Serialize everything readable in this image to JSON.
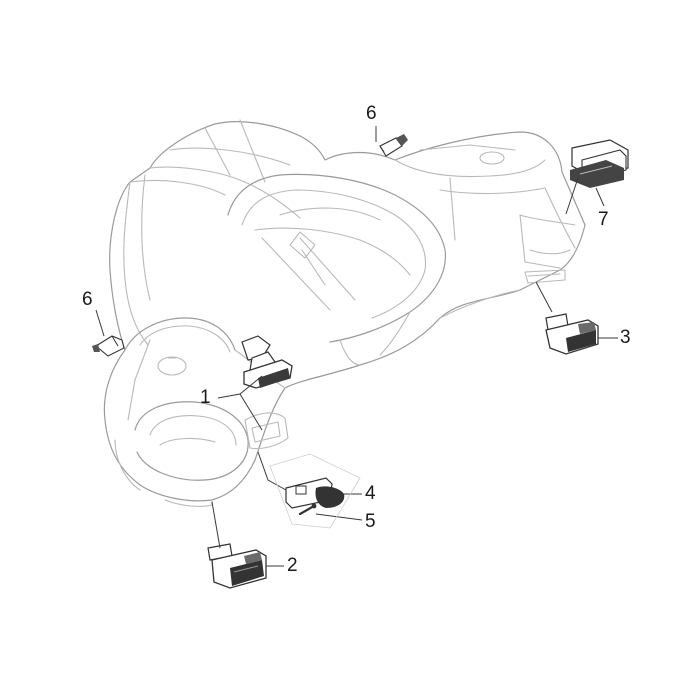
{
  "diagram": {
    "callouts": [
      {
        "id": "c1",
        "label": "1"
      },
      {
        "id": "c2",
        "label": "2"
      },
      {
        "id": "c3",
        "label": "3"
      },
      {
        "id": "c4",
        "label": "4"
      },
      {
        "id": "c5",
        "label": "5"
      },
      {
        "id": "c6a",
        "label": "6"
      },
      {
        "id": "c6b",
        "label": "6"
      },
      {
        "id": "c7",
        "label": "7"
      }
    ],
    "colors": {
      "outline": "#b9b9b9",
      "part_dark": "#2b2b2b",
      "part_mid": "#7a7a7a",
      "leader": "#3a3a3a"
    }
  }
}
